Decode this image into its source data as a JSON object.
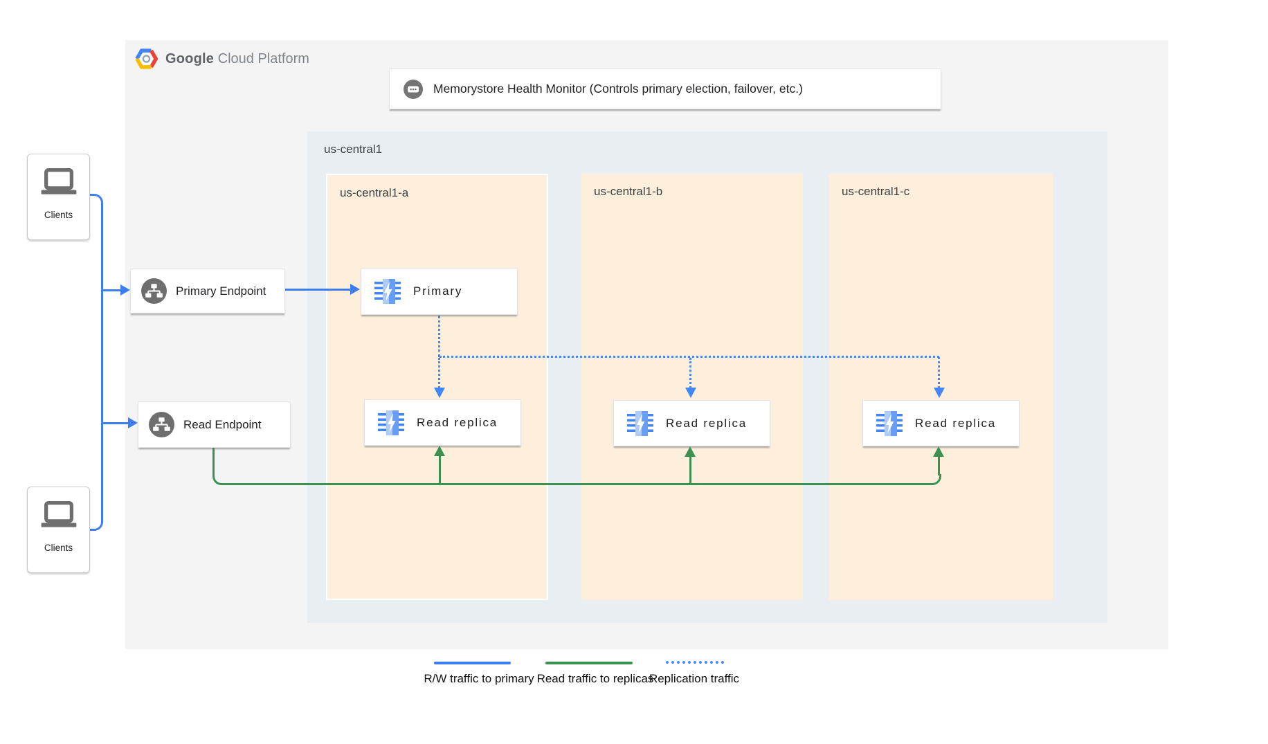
{
  "brand": {
    "name_primary": "Google",
    "name_secondary": "Cloud Platform"
  },
  "health_monitor": {
    "label": "Memorystore Health Monitor (Controls primary election, failover, etc.)"
  },
  "region": {
    "label": "us-central1"
  },
  "zones": [
    {
      "label": "us-central1-a"
    },
    {
      "label": "us-central1-b"
    },
    {
      "label": "us-central1-c"
    }
  ],
  "nodes": {
    "primary": {
      "label": "Primary"
    },
    "replica_a": {
      "label": "Read replica"
    },
    "replica_b": {
      "label": "Read replica"
    },
    "replica_c": {
      "label": "Read replica"
    }
  },
  "endpoints": {
    "primary": {
      "label": "Primary Endpoint"
    },
    "read": {
      "label": "Read Endpoint"
    }
  },
  "clients": {
    "top": {
      "label": "Clients"
    },
    "bottom": {
      "label": "Clients"
    }
  },
  "legend": [
    {
      "label": "R/W traffic to primary",
      "style": "solid",
      "color": "#3d7ded"
    },
    {
      "label": "Read traffic to replicas",
      "style": "solid",
      "color": "#3b9152"
    },
    {
      "label": "Replication traffic",
      "style": "dotted",
      "color": "#4a85f0"
    }
  ],
  "colors": {
    "panel_bg": "#f4f4f4",
    "region_bg": "#e9eef3",
    "zone_bg": "#fdefdc",
    "rw_traffic_blue": "#3d7ded",
    "read_traffic_green": "#3b9152",
    "replication_blue": "#4a85f0",
    "icon_gray": "#6e6e6e"
  }
}
